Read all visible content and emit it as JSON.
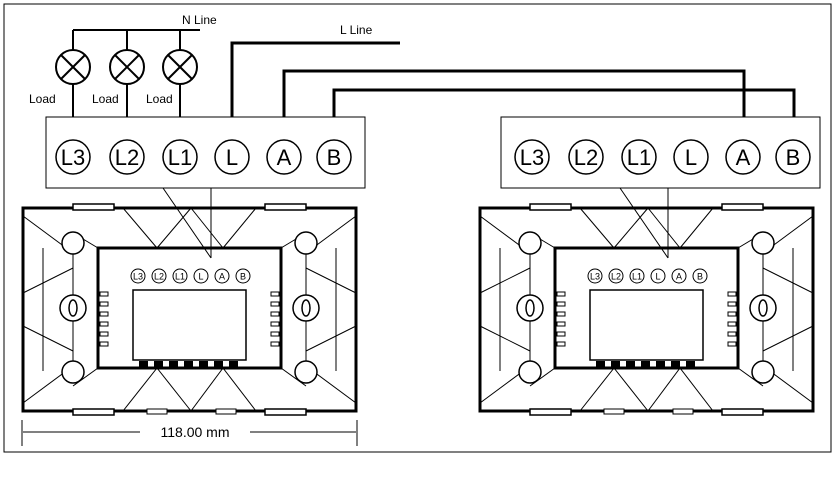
{
  "labels": {
    "n_line": "N  Line",
    "l_line": "L  Line",
    "loads": [
      "Load",
      "Load",
      "Load"
    ],
    "dimension": "118.00 mm"
  },
  "terminals": {
    "left": [
      "L3",
      "L2",
      "L1",
      "L",
      "A",
      "B"
    ],
    "right": [
      "L3",
      "L2",
      "L1",
      "L",
      "A",
      "B"
    ]
  },
  "chip_pins": [
    "L3",
    "L2",
    "L1",
    "L",
    "A",
    "B"
  ]
}
